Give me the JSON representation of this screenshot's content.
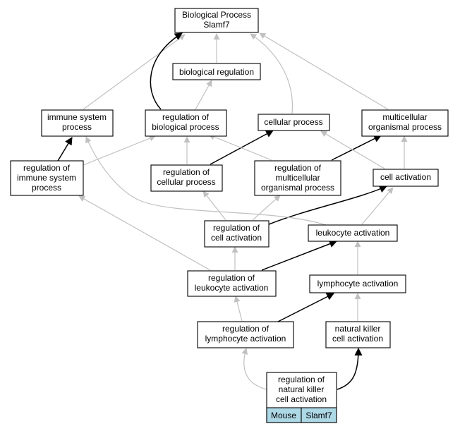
{
  "colors": {
    "is_a_edge": "#c0c0c0",
    "regulates_edge": "#000000",
    "annotation_cell": "#add8e6"
  },
  "nodes": {
    "root": [
      "Biological Process",
      "Slamf7"
    ],
    "biological_regulation": [
      "biological regulation"
    ],
    "immune_system_process": [
      "immune system",
      "process"
    ],
    "regulation_of_biological_process": [
      "regulation of",
      "biological process"
    ],
    "cellular_process": [
      "cellular process"
    ],
    "multicellular_organismal_process": [
      "multicellular",
      "organismal process"
    ],
    "regulation_of_immune_system_process": [
      "regulation of",
      "immune system",
      "process"
    ],
    "regulation_of_cellular_process": [
      "regulation of",
      "cellular process"
    ],
    "regulation_of_multicellular_organismal_process": [
      "regulation of",
      "multicellular",
      "organismal process"
    ],
    "cell_activation": [
      "cell activation"
    ],
    "regulation_of_cell_activation": [
      "regulation of",
      "cell activation"
    ],
    "leukocyte_activation": [
      "leukocyte activation"
    ],
    "regulation_of_leukocyte_activation": [
      "regulation of",
      "leukocyte activation"
    ],
    "lymphocyte_activation": [
      "lymphocyte activation"
    ],
    "regulation_of_lymphocyte_activation": [
      "regulation of",
      "lymphocyte activation"
    ],
    "natural_killer_cell_activation": [
      "natural killer",
      "cell activation"
    ],
    "regulation_of_natural_killer_cell_activation": [
      "regulation of",
      "natural killer",
      "cell activation"
    ]
  },
  "annotation": {
    "organism": "Mouse",
    "gene": "Slamf7"
  }
}
